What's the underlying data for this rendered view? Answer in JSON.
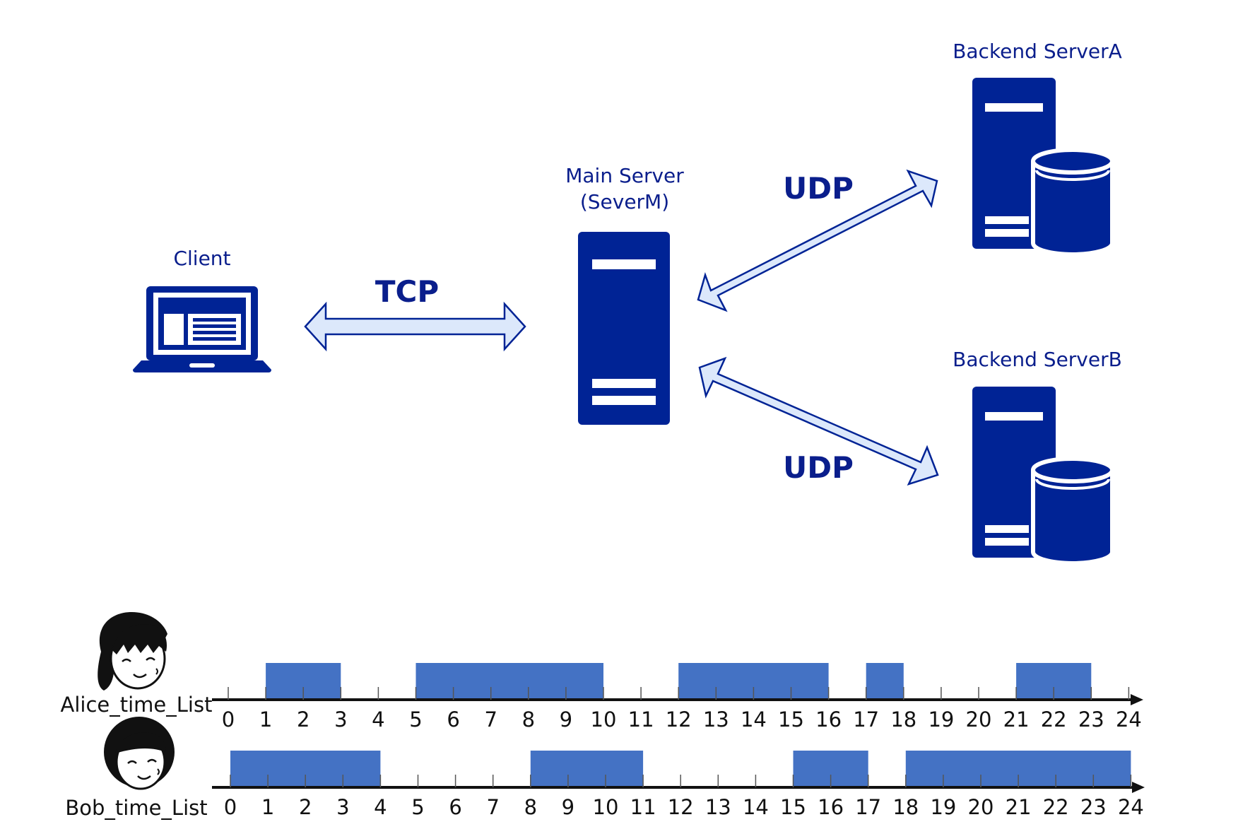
{
  "colors": {
    "server": "#002395",
    "arrow_fill": "#dce8fb",
    "arrow_stroke": "#002395",
    "bar": "#4472c4",
    "text_blue": "#0a1e8c"
  },
  "icons": {
    "client": "laptop-icon",
    "main_server": "server-tower-icon",
    "backend": "database-server-icon",
    "alice": "girl-face-icon",
    "bob": "boy-face-icon"
  },
  "nodes": {
    "client": "Client",
    "main_server_line1": "Main Server",
    "main_server_line2": "(SeverM)",
    "backend_a": "Backend ServerA",
    "backend_b": "Backend ServerB"
  },
  "links": {
    "tcp": "TCP",
    "udp_a": "UDP",
    "udp_b": "UDP"
  },
  "timelines": {
    "ticks": [
      "0",
      "1",
      "2",
      "3",
      "4",
      "5",
      "6",
      "7",
      "8",
      "9",
      "10",
      "11",
      "12",
      "13",
      "14",
      "15",
      "16",
      "17",
      "18",
      "19",
      "20",
      "21",
      "22",
      "23",
      "24"
    ],
    "alice": {
      "label": "Alice_time_List",
      "intervals": [
        [
          1,
          3
        ],
        [
          5,
          10
        ],
        [
          12,
          16
        ],
        [
          17,
          18
        ],
        [
          21,
          23
        ]
      ]
    },
    "bob": {
      "label": "Bob_time_List",
      "intervals": [
        [
          0,
          4
        ],
        [
          8,
          11
        ],
        [
          15,
          17
        ],
        [
          18,
          24
        ]
      ]
    }
  }
}
